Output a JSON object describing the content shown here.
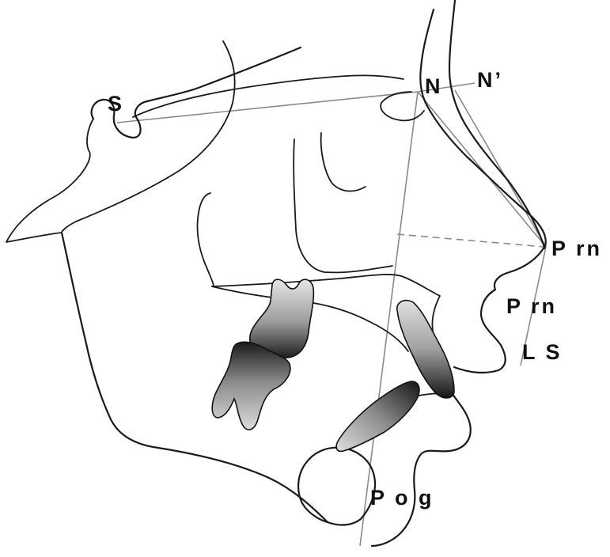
{
  "landmarks": {
    "sella": "S",
    "nasion": "N",
    "soft_nasion": "N’",
    "pronasale_tip": "P rn",
    "pronasale_lower": "P rn",
    "labrale_superius": "L S",
    "pogonion": "P o g"
  },
  "colors": {
    "outline": "#1a1a1a",
    "reference_line": "#8a8a8a",
    "tooth_dark": "#222222",
    "tooth_light": "#d9d9d9"
  }
}
